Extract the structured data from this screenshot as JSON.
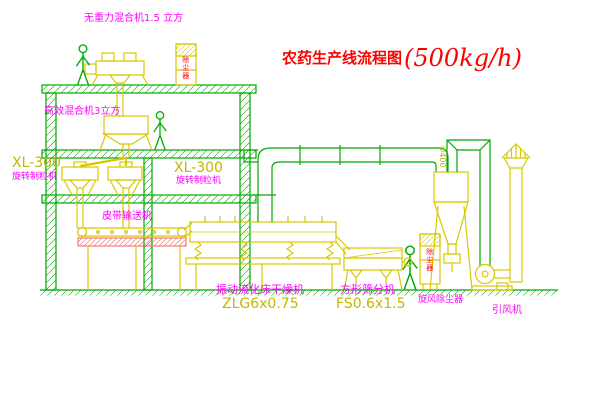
{
  "title": {
    "name": "农药生产线流程图",
    "capacity": "(500kg/h)"
  },
  "labels": {
    "top_mixer": "无重力混合机1.5 立方",
    "mixer2": "高效混合机3立方",
    "granulator_left_model": "XL-300",
    "granulator_left_name": "旋转制粒机",
    "granulator_mid_model": "XL-300",
    "granulator_mid_name": "旋转制粒机",
    "belt_conveyor": "皮带输送机",
    "dryer_name": "振动流化床干燥机",
    "dryer_model": "ZLG6x0.75",
    "sieve_name": "方形筛分机",
    "sieve_model": "FS0.6x1.5",
    "cyclone": "旋风除尘器",
    "fan": "引风机",
    "cabinet_top": "除尘器",
    "cabinet_right": "除尘器",
    "duct_diameter": "Φ400"
  },
  "colors": {
    "background": "#ffffff",
    "structure_green": "#00a800",
    "equipment_yellow": "#d8c800",
    "label_magenta": "#ff00ff",
    "model_yellow": "#c2b600",
    "title_red": "#ff0000"
  }
}
